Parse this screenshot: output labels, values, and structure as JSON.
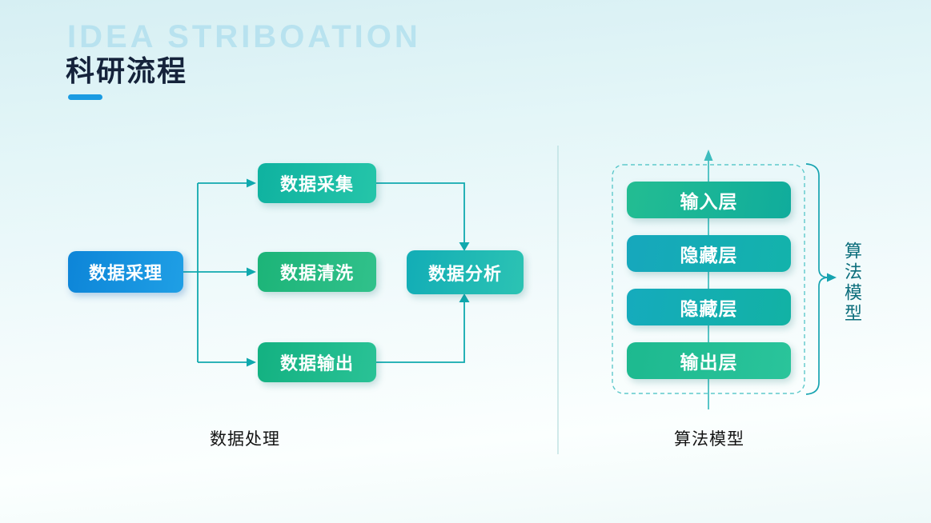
{
  "slide": {
    "title": "科研流程",
    "watermark": "IDEA STRIBOATION"
  },
  "left_flow": {
    "caption": "数据处理",
    "source": {
      "label": "数据采理"
    },
    "stage2": [
      {
        "label": "数据采集"
      },
      {
        "label": "数据清洗"
      },
      {
        "label": "数据输出"
      }
    ],
    "sink": {
      "label": "数据分析"
    }
  },
  "right_flow": {
    "caption": "算法模型",
    "bracket_label": "算法模型",
    "layers": [
      {
        "label": "输入层"
      },
      {
        "label": "隐藏层"
      },
      {
        "label": "隐藏层"
      },
      {
        "label": "输出层"
      }
    ]
  },
  "colors": {
    "accent_blue": "#1b9be2",
    "connector_teal": "#10a9ae",
    "panel_teal": "#4fc3c5",
    "title_navy": "#15233b",
    "box_blue": "#1590dd",
    "box_teal_green": "#1ab68d",
    "box_cyan": "#18b5b4"
  }
}
